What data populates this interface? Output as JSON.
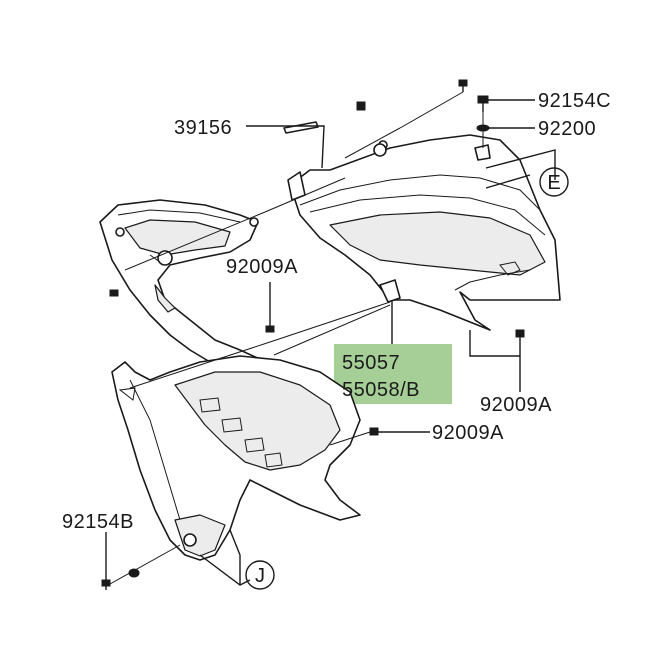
{
  "parts": {
    "p39156": "39156",
    "p92154C": "92154C",
    "p92200": "92200",
    "p92009A_top": "92009A",
    "p92009A_right": "92009A",
    "p92009A_mid": "92009A",
    "p55057": "55057",
    "p55058B": "55058/B",
    "p92154B": "92154B"
  },
  "callouts": {
    "E": "E",
    "J": "J"
  },
  "colors": {
    "highlight": "#a6cf97",
    "line": "#1a1a1a"
  }
}
